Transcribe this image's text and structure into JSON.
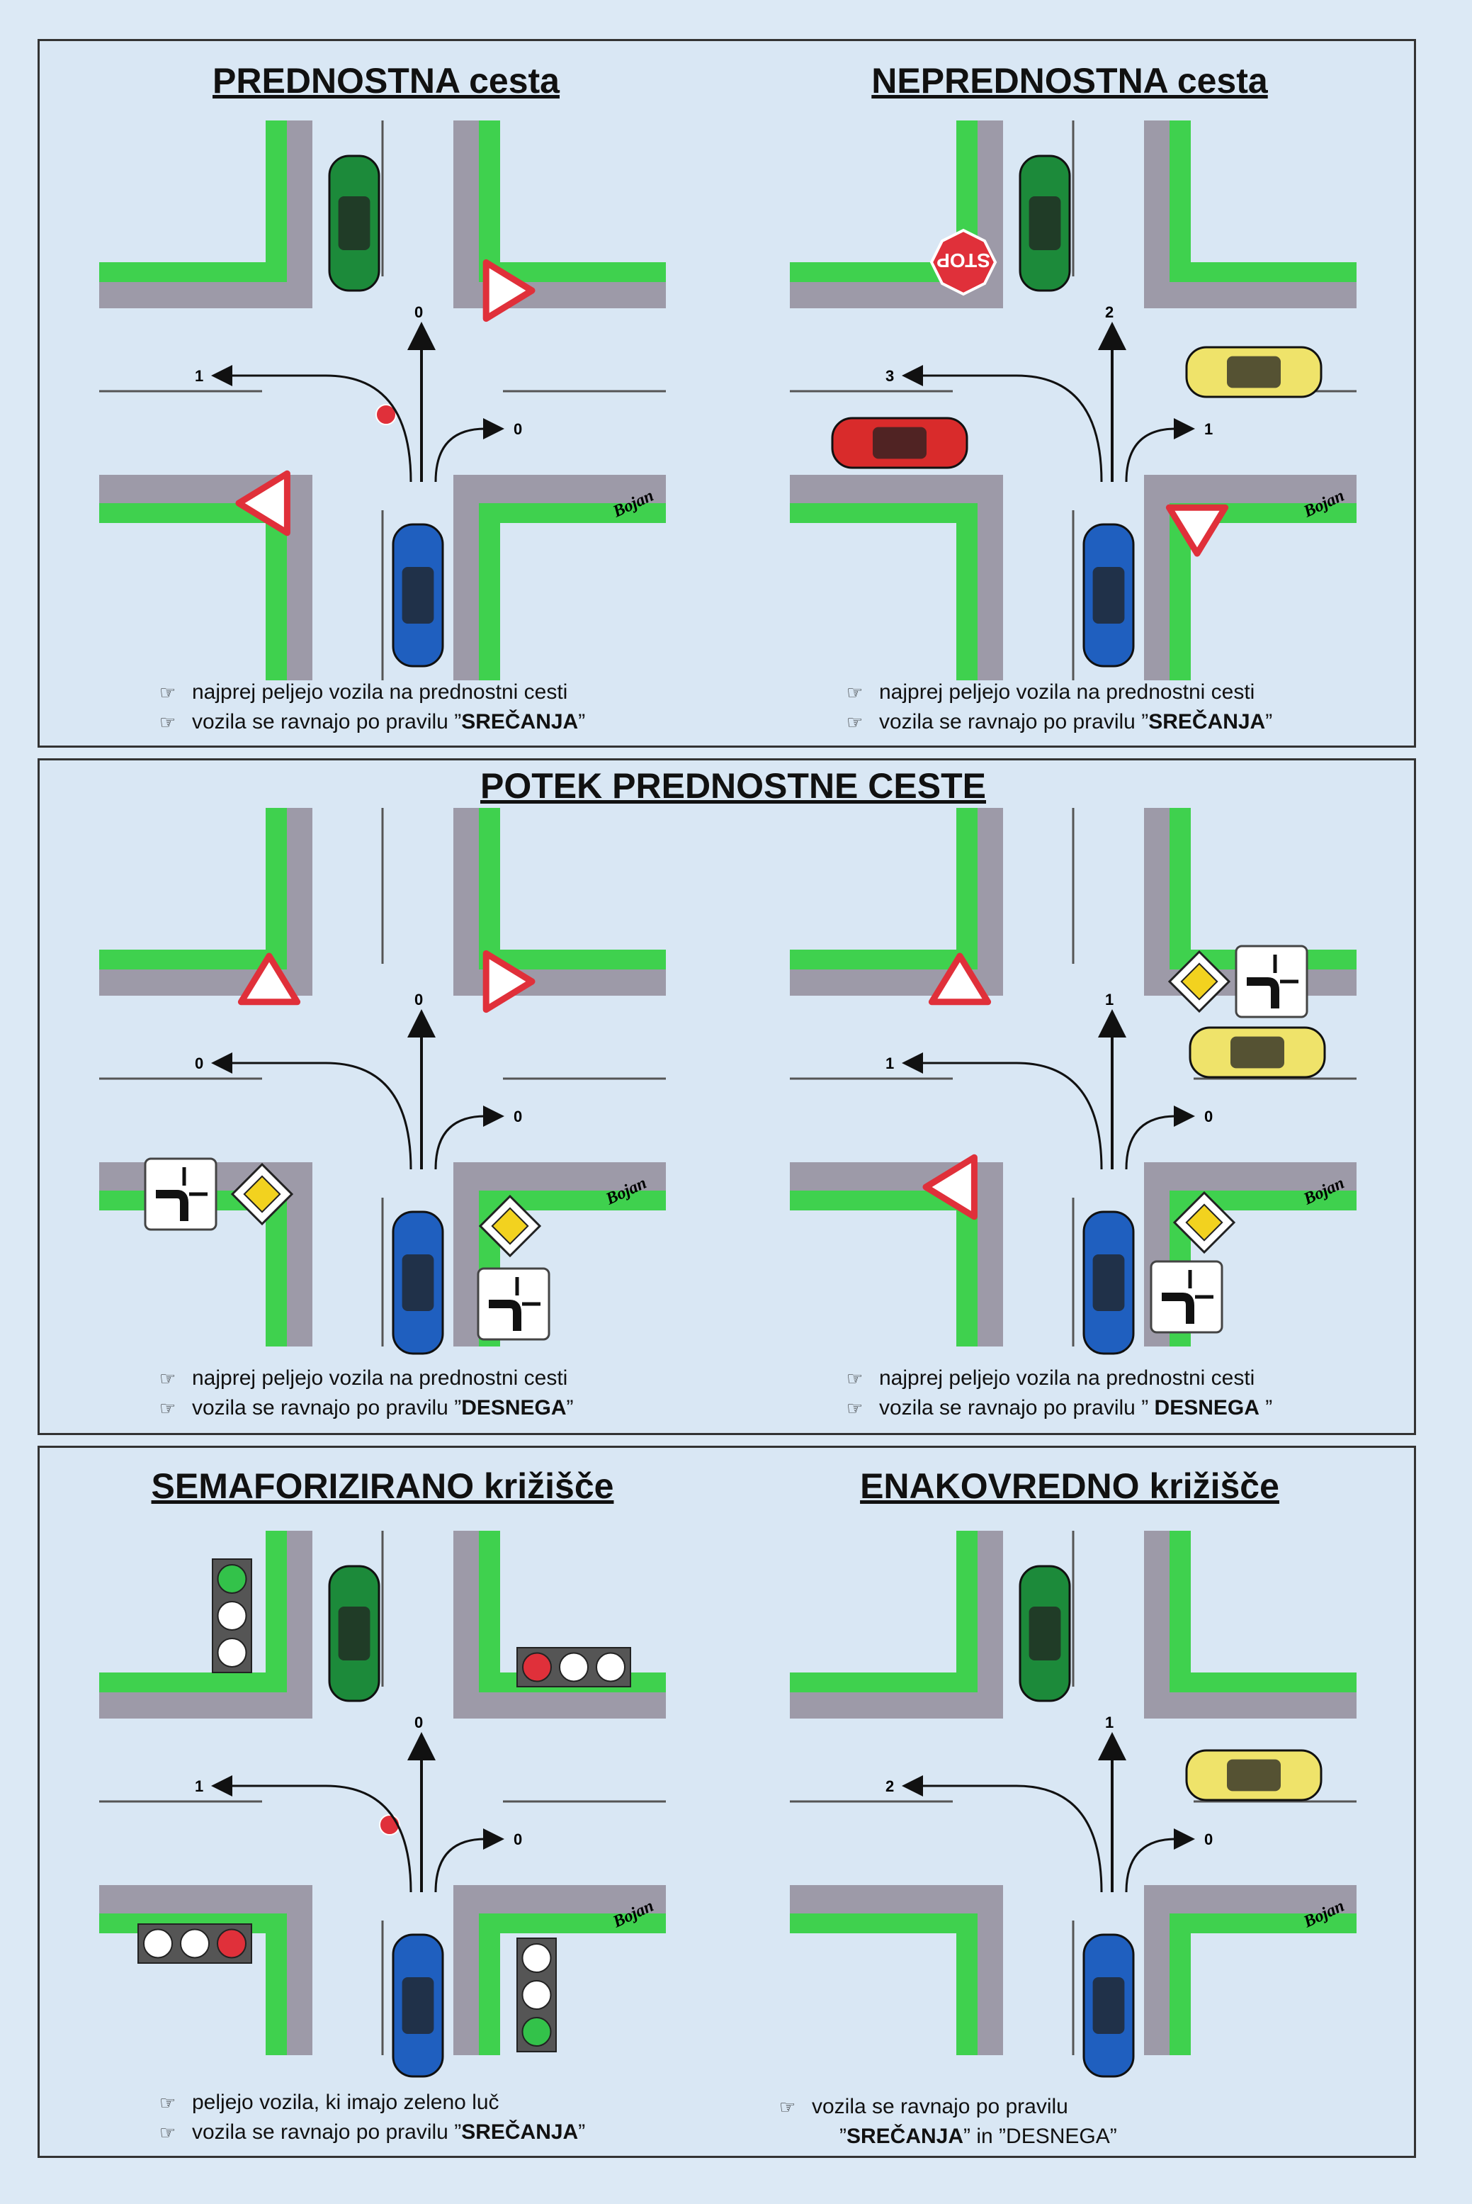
{
  "sections": [
    {
      "panels": [
        {
          "title": "PREDNOSTNA cesta",
          "labels": [
            "0",
            "1",
            "0"
          ],
          "signature": "Bojan",
          "captions": [
            {
              "pre": "najprej peljejo vozila na prednostni cesti",
              "bold": ""
            },
            {
              "pre": "vozila se ravnajo po pravilu ”",
              "bold": "SREČANJA",
              "post": "”"
            }
          ]
        },
        {
          "title": "NEPREDNOSTNA cesta",
          "labels": [
            "2",
            "3",
            "1"
          ],
          "signature": "Bojan",
          "stop_text": "STOP",
          "captions": [
            {
              "pre": "najprej peljejo vozila na prednostni cesti",
              "bold": ""
            },
            {
              "pre": "vozila se ravnajo po pravilu ”",
              "bold": "SREČANJA",
              "post": "”"
            }
          ]
        }
      ]
    },
    {
      "title": "POTEK PREDNOSTNE CESTE",
      "panels": [
        {
          "labels": [
            "0",
            "0",
            "0"
          ],
          "signature": "Bojan",
          "captions": [
            {
              "pre": "najprej peljejo vozila na prednostni cesti",
              "bold": ""
            },
            {
              "pre": "vozila se ravnajo po pravilu ”",
              "bold": "DESNEGA",
              "post": "”"
            }
          ]
        },
        {
          "labels": [
            "1",
            "1",
            "0"
          ],
          "signature": "Bojan",
          "captions": [
            {
              "pre": "najprej peljejo vozila na prednostni cesti",
              "bold": ""
            },
            {
              "pre": "vozila se ravnajo po pravilu ” ",
              "bold": "DESNEGA",
              "post": " ”"
            }
          ]
        }
      ]
    },
    {
      "panels": [
        {
          "title": "SEMAFORIZIRANO križišče",
          "labels": [
            "0",
            "1",
            "0"
          ],
          "signature": "Bojan",
          "captions": [
            {
              "pre": "peljejo vozila, ki imajo zeleno luč",
              "bold": ""
            },
            {
              "pre": "vozila se ravnajo po pravilu ”",
              "bold": "SREČANJA",
              "post": "”"
            }
          ]
        },
        {
          "title": "ENAKOVREDNO križišče",
          "labels": [
            "1",
            "2",
            "0"
          ],
          "signature": "Bojan",
          "captions": [
            {
              "pre": "vozila se ravnajo po pravilu",
              "bold": ""
            },
            {
              "pre": "”",
              "bold": "SREČANJA",
              "post": "” in ”DESNEGA”"
            }
          ]
        }
      ]
    }
  ],
  "colors": {
    "green": "#3fd14e",
    "gray": "#9d9aa8",
    "blue_car": "#1f5fbf",
    "green_car": "#1c8a3a",
    "yellow_car": "#efe36a",
    "red_car": "#d92b2b",
    "sign_red": "#e0303a"
  }
}
